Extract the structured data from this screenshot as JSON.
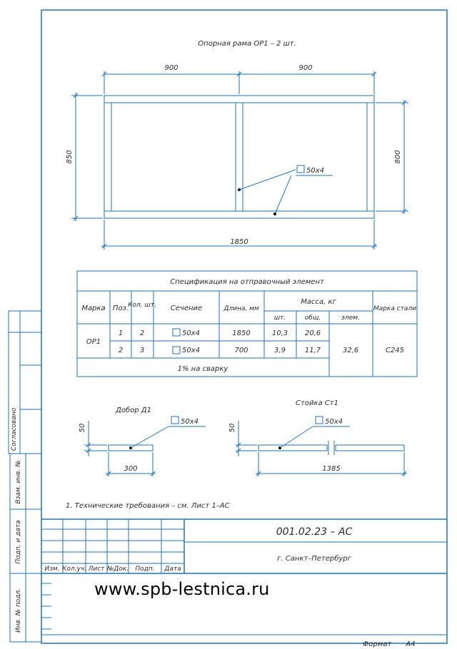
{
  "colors": {
    "line": "#1a73c9",
    "text": "#2a2a2a",
    "paper": "#ffffff"
  },
  "frame": {
    "title": "Опорная рама ОР1 – 2 шт.",
    "dims": {
      "top_left": "900",
      "top_right": "900",
      "left": "850",
      "right": "800",
      "bottom": "1850"
    },
    "profile": "50х4"
  },
  "spec": {
    "title": "Спецификация на отправочный элемент",
    "headers": {
      "mark": "Марка",
      "pos": "Поз.",
      "qty": "Кол. шт.",
      "section": "Сечение",
      "length": "Длина, мм",
      "mass": "Масса, кг",
      "mass_unit": "шт.",
      "mass_total": "общ.",
      "mass_elem": "элем.",
      "steel": "Марка стали"
    },
    "mark_value": "ОР1",
    "rows": [
      {
        "pos": "1",
        "qty": "2",
        "section": "50х4",
        "length": "1850",
        "unit": "10,3",
        "total": "20,6"
      },
      {
        "pos": "2",
        "qty": "3",
        "section": "50х4",
        "length": "700",
        "unit": "3,9",
        "total": "11,7"
      }
    ],
    "elem_mass": "32,6",
    "steel": "С245",
    "welding": "1% на сварку"
  },
  "dobor": {
    "title": "Добор Д1",
    "height": "50",
    "profile": "50х4",
    "length": "300"
  },
  "stoyka": {
    "title": "Стойка Ст1",
    "height": "50",
    "profile": "50х4",
    "length": "1385"
  },
  "note": "1. Технические требования – см. Лист 1–АС",
  "stamp": {
    "code": "001.02.23 – АС",
    "city": "г. Санкт–Петербург",
    "cols": [
      "Изм.",
      "Кол.уч.",
      "Лист",
      "№Док.",
      "Подп.",
      "Дата"
    ],
    "format_label": "Формат",
    "format_value": "А4"
  },
  "side": {
    "agreed": "Согласовано",
    "vzam": "Взам. инв. №",
    "podp": "Подп. и дата",
    "inv": "Инв. № подл."
  },
  "watermark": "www.spb-lestnica.ru"
}
